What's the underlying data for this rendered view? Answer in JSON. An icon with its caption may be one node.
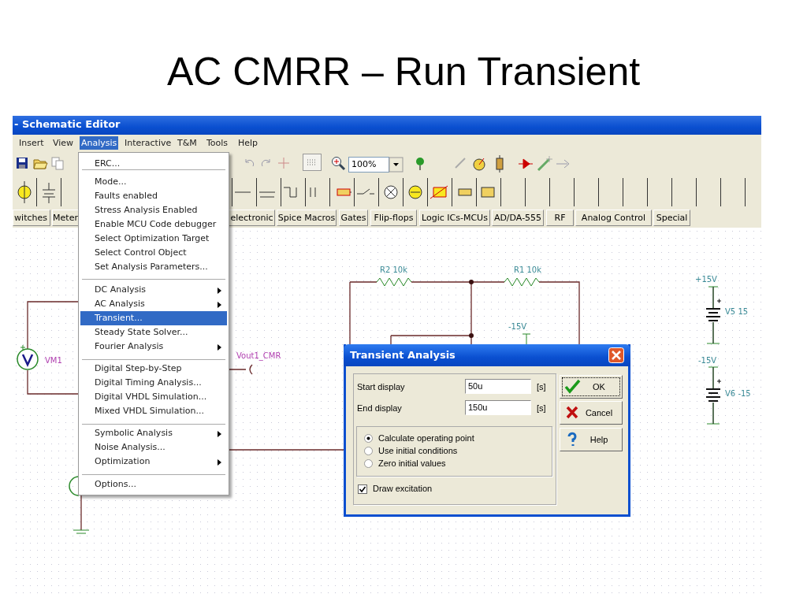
{
  "diagram": {
    "title": "AC CMRR – Run Transient",
    "labels": [
      "- Schematic Editor",
      "Insert",
      "View",
      "Analysis",
      "Interactive",
      "T&M",
      "Tools",
      "Help",
      "100%",
      "witches",
      "Meter",
      "electronic",
      "Spice Macros",
      "Gates",
      "Flip-flops",
      "Logic ICs-MCUs",
      "AD/DA-555",
      "RF",
      "Analog Control",
      "Special",
      "ERC...",
      "Mode...",
      "Faults enabled",
      "Stress Analysis Enabled",
      "Enable MCU Code debugger",
      "Select Optimization Target",
      "Select Control Object",
      "Set Analysis Parameters...",
      "DC Analysis",
      "AC Analysis",
      "Transient...",
      "Steady State Solver...",
      "Fourier Analysis",
      "Digital Step-by-Step",
      "Digital Timing Analysis...",
      "Digital VHDL Simulation...",
      "Mixed VHDL Simulation...",
      "Symbolic Analysis",
      "Noise Analysis...",
      "Optimization",
      "Options...",
      "R2 10k",
      "R1 10k",
      "+15V",
      "V5 15",
      "-15V",
      "VM1",
      "Vout1_CMR",
      "-15V",
      "V6 -15",
      "Transient Analysis",
      "Start display",
      "50u",
      "[s]",
      "OK",
      "End display",
      "150u",
      "[s]",
      "Cancel",
      "Calculate operating point",
      "Help",
      "Use initial conditions",
      "Zero initial values",
      "Draw excitation"
    ]
  }
}
